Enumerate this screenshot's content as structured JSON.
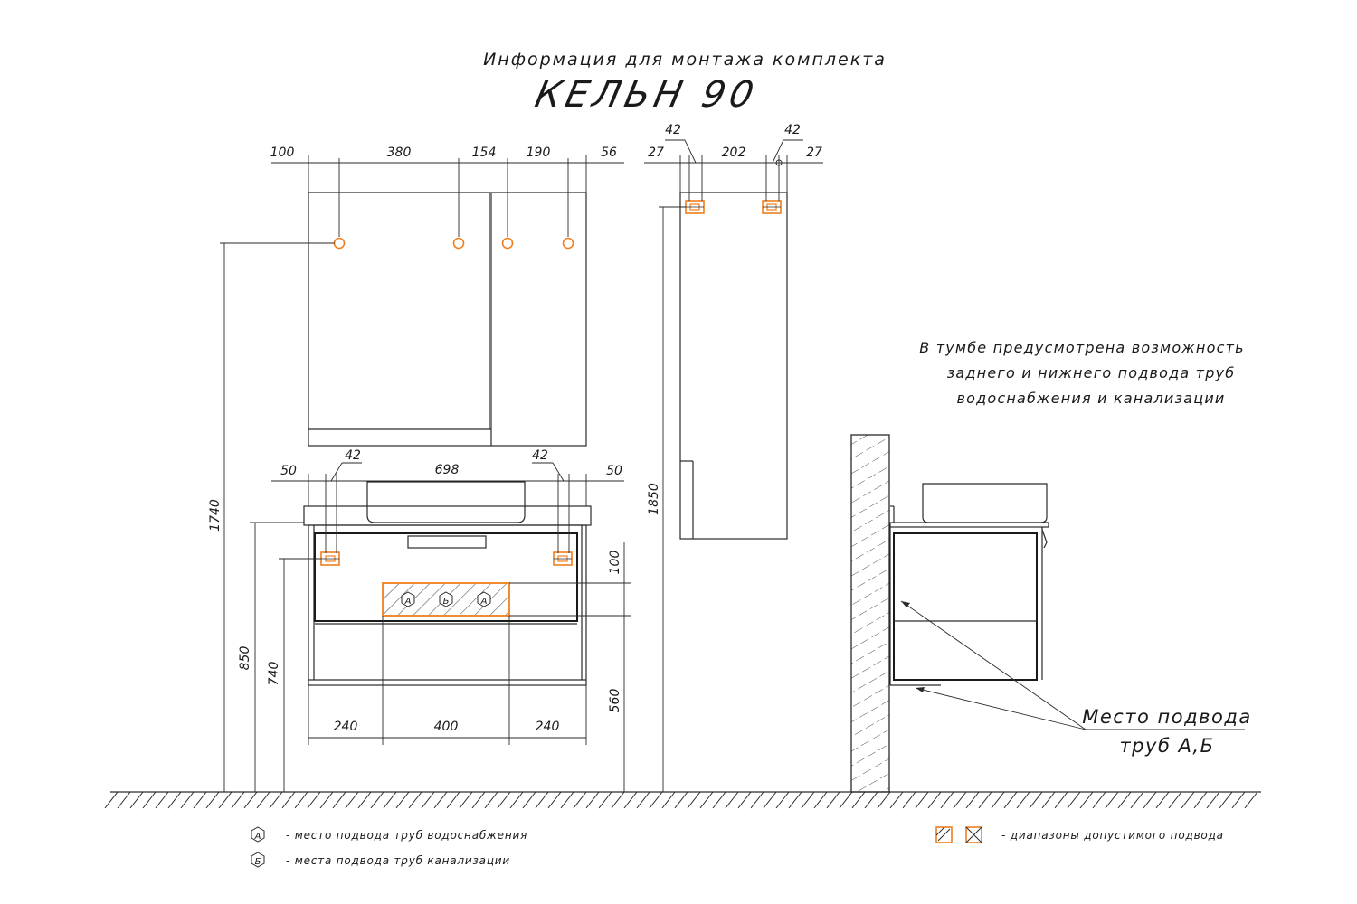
{
  "title": {
    "line1": "Информация для монтажа комплекта",
    "line2": "КЕЛЬН 90"
  },
  "note": {
    "line1": "В тумбе предусмотрена возможность",
    "line2": "заднего и нижнего подвода труб",
    "line3": "водоснабжения и канализации"
  },
  "callout": {
    "line1": "Место подвода",
    "line2": "труб А,Б"
  },
  "dims": {
    "mirror_top": [
      "100",
      "380",
      "154",
      "190",
      "56"
    ],
    "side_top": [
      "27",
      "42",
      "202",
      "42",
      "27"
    ],
    "vanity_top": [
      "50",
      "42",
      "698",
      "42",
      "50"
    ],
    "vanity_bottom": [
      "240",
      "400",
      "240"
    ],
    "h1740": "1740",
    "h850": "850",
    "h740": "740",
    "h1850": "1850",
    "h100": "100",
    "h560": "560"
  },
  "markers": {
    "a": "А",
    "b": "Б"
  },
  "legend": {
    "water": "- место подвода труб водоснабжения",
    "sewer": "- места подвода труб канализации",
    "range": "- диапазоны допустимого подвода"
  },
  "colors": {
    "line": "#2a2a2a",
    "accent": "#f07f1e"
  }
}
